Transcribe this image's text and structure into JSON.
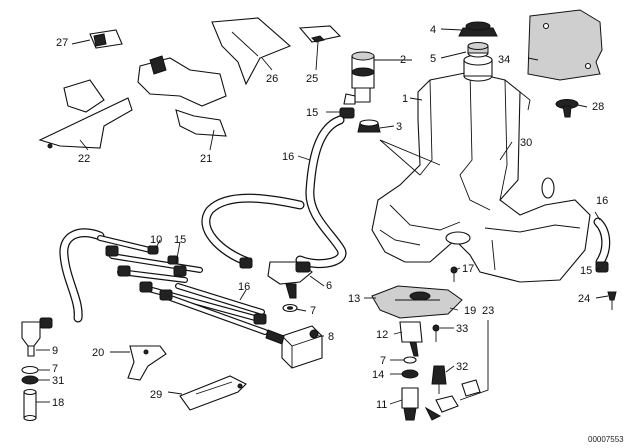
{
  "diagram": {
    "reference_code": "00007553",
    "callouts": {
      "c1": "1",
      "c2": "2",
      "c3": "3",
      "c4": "4",
      "c5": "5",
      "c6": "6",
      "c7a": "7",
      "c7b": "7",
      "c7c": "7",
      "c8": "8",
      "c9": "9",
      "c10": "10",
      "c11": "11",
      "c12": "12",
      "c13": "13",
      "c14": "14",
      "c15a": "15",
      "c15b": "15",
      "c15c": "15",
      "c16a": "16",
      "c16b": "16",
      "c16c": "16",
      "c17": "17",
      "c18": "18",
      "c19": "19",
      "c20": "20",
      "c21": "21",
      "c22": "22",
      "c23": "23",
      "c24": "24",
      "c25": "25",
      "c26": "26",
      "c27": "27",
      "c28": "28",
      "c29": "29",
      "c30": "30",
      "c31": "31",
      "c32": "32",
      "c33": "33",
      "c34": "34"
    }
  }
}
